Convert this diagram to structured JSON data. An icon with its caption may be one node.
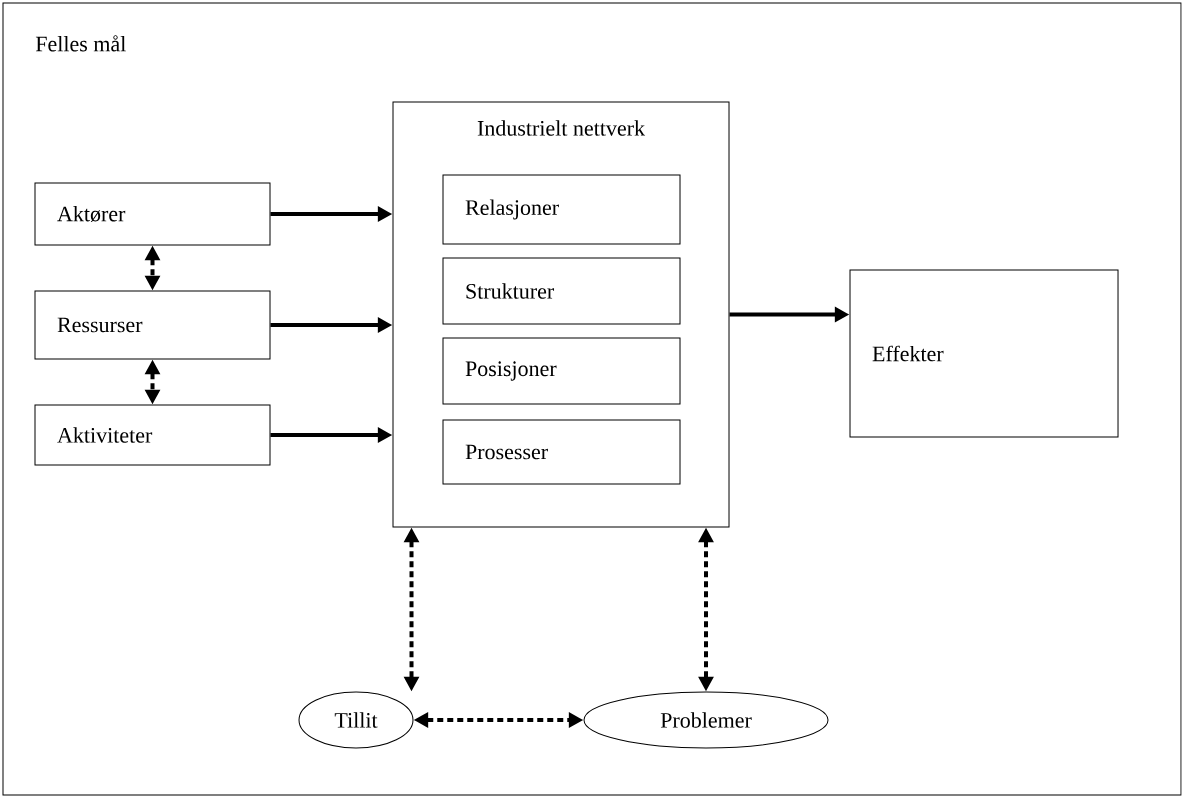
{
  "diagram": {
    "nodes": [
      {
        "text": [
          "Felles mål"
        ]
      },
      {
        "text": [
          "Aktører"
        ],
        "in": 0
      },
      {
        "text": [
          "Ressurser"
        ],
        "in": 0
      },
      {
        "text": [
          "Aktiviteter"
        ],
        "in": 0
      },
      {
        "text": [
          "Industrielt nettverk"
        ],
        "in": 0
      },
      {
        "text": [
          "Relasjoner"
        ],
        "in": 4
      },
      {
        "text": [
          "Strukturer"
        ],
        "in": 4
      },
      {
        "text": [
          "Posisjoner"
        ],
        "in": 4
      },
      {
        "text": [
          "Prosesser"
        ],
        "in": 4
      },
      {
        "text": [
          "Effekter"
        ],
        "in": 0
      },
      {
        "text": [
          "Tillit"
        ],
        "in": 0
      },
      {
        "text": [
          "Problemer"
        ],
        "in": 0
      }
    ],
    "edges": [
      {
        "from": 1,
        "to": 4,
        "arrow": "to"
      },
      {
        "from": 2,
        "to": 4,
        "arrow": "to"
      },
      {
        "from": 3,
        "to": 4,
        "arrow": "to"
      },
      {
        "from": 4,
        "to": 9,
        "arrow": "to"
      },
      {
        "from": 1,
        "to": 2,
        "arrow": "both",
        "style": "dashed"
      },
      {
        "from": 2,
        "to": 3,
        "arrow": "both",
        "style": "dashed"
      },
      {
        "from": 4,
        "to": 10,
        "arrow": "both",
        "style": "dashed"
      },
      {
        "from": 4,
        "to": 11,
        "arrow": "both",
        "style": "dashed"
      },
      {
        "from": 10,
        "to": 11,
        "arrow": "both",
        "style": "dashed"
      }
    ]
  }
}
